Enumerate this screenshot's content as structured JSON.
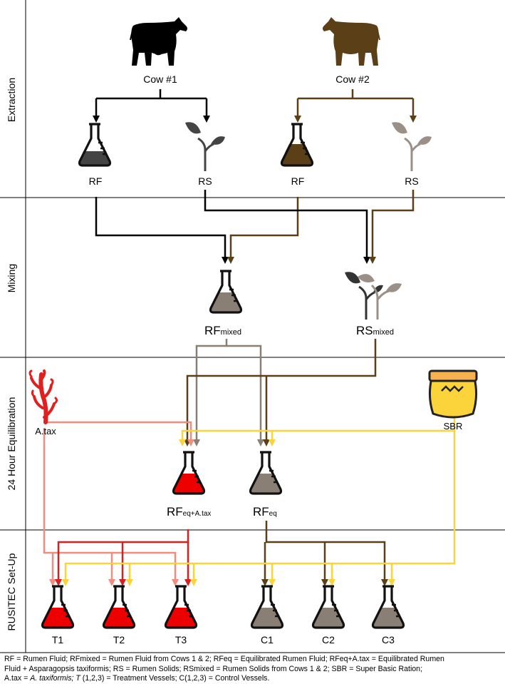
{
  "sections": [
    {
      "id": "extraction",
      "label": "Extraction"
    },
    {
      "id": "mixing",
      "label": "Mixing"
    },
    {
      "id": "equilibration",
      "label": "24 Hour Equilibration"
    },
    {
      "id": "rusitec",
      "label": "RUSITEC Set-Up"
    }
  ],
  "labels": {
    "cow1": "Cow #1",
    "cow2": "Cow #2",
    "rf1": "RF",
    "rs1": "RS",
    "rf2": "RF",
    "rs2": "RS",
    "rf_mixed_main": "RF",
    "rf_mixed_sub": "mixed",
    "rs_mixed_main": "RS",
    "rs_mixed_sub": "mixed",
    "atax": "A.tax",
    "sbr": "SBR",
    "rfeq_atax_main": "RF",
    "rfeq_atax_sub": "eq+A.tax",
    "rfeq_main": "RF",
    "rfeq_sub": "eq",
    "t1": "T1",
    "t2": "T2",
    "t3": "T3",
    "c1": "C1",
    "c2": "C2",
    "c3": "C3"
  },
  "caption": {
    "line1": "RF = Rumen Fluid; RFmixed  = Rumen Fluid from Cows 1 & 2; RFeq  = Equilibrated Rumen Fluid; RFeq+A.tax  =  Equilibrated Rumen",
    "line2": "Fluid + Asparagopsis taxiformis; RS = Rumen Solids; RSmixed  = Rumen Solids from Cows 1 & 2; SBR = Super Basic Ration;",
    "line3_a": "A.tax = ",
    "line3_b": "A. taxiformis; T",
    "line3_c": " (1,2,3) = Treatment Vessels; C(1,2,3) = Control Vessels."
  },
  "colors": {
    "cow1": "#000000",
    "cow2": "#5a3f17",
    "grey_mixed": "#8a7f74",
    "red": "#ee0000",
    "pink": "#f28b80",
    "yellow": "#fbd43c",
    "sbr_bag": "#fbd43c",
    "sbr_band": "#f7b24f"
  }
}
